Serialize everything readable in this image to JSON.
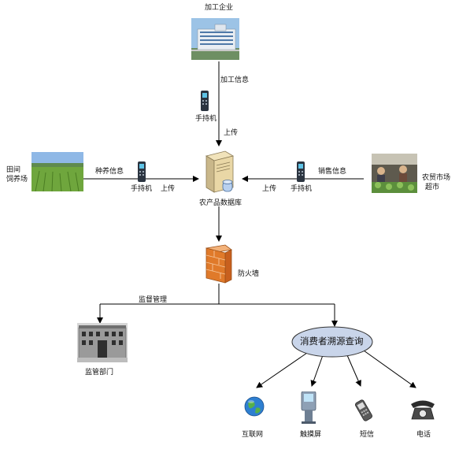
{
  "nodes": {
    "processing_enterprise": "加工企业",
    "field_farm": [
      "田间",
      "饲养场"
    ],
    "market": [
      "农贸市场",
      "超市"
    ],
    "database": "农产品数据库",
    "firewall": "防火墙",
    "regulator": "监管部门",
    "consumer_query": "消费者溯源查询"
  },
  "edges": {
    "processing_info": "加工信息",
    "handheld": "手持机",
    "upload": "上传",
    "planting_info": "种养信息",
    "sales_info": "销售信息",
    "supervision": "监督管理"
  },
  "channels": [
    "互联网",
    "触摸屏",
    "短信",
    "电话"
  ],
  "colors": {
    "line": "#000000",
    "firewall": "#e07a2a",
    "query_fill": "#c9d5ea"
  }
}
